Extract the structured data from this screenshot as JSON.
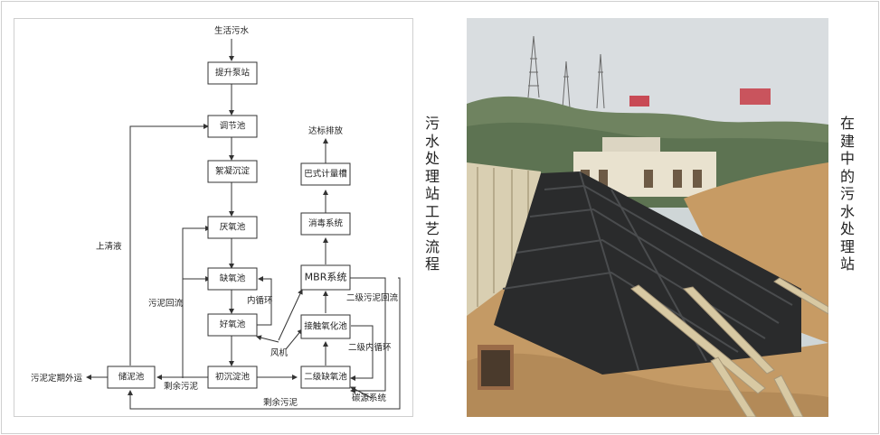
{
  "diagram": {
    "nodes": {
      "sewage": "生活污水",
      "lift_pump": "提升泵站",
      "regulating_tank": "调节池",
      "coagulation": "絮凝沉淀",
      "anaerobic": "厌氧池",
      "anoxic": "缺氧池",
      "aerobic": "好氧池",
      "primary_settling": "初沉淀池",
      "second_anoxic": "二级缺氧池",
      "contact_oxidation": "接触氧化池",
      "mbr": "MBR系统",
      "disinfection": "消毒系统",
      "parshall": "巴式计量槽",
      "discharge": "达标排放",
      "sludge_tank": "储泥池",
      "sludge_out": "污泥定期外运"
    },
    "labels": {
      "supernatant": "上清液",
      "sludge_return": "污泥回流",
      "internal_recycle_1": "内循环",
      "blower": "风机",
      "excess_sludge_1": "剩余污泥",
      "excess_sludge_2": "剩余污泥",
      "secondary_return": "二级污泥回流",
      "secondary_recycle": "二级内循环",
      "carbon_source": "碳源系统"
    }
  },
  "captions": {
    "left": "污水处理站工艺流程",
    "right": "在建中的污水处理站"
  },
  "photo": {
    "description_icon": "construction-photo"
  }
}
